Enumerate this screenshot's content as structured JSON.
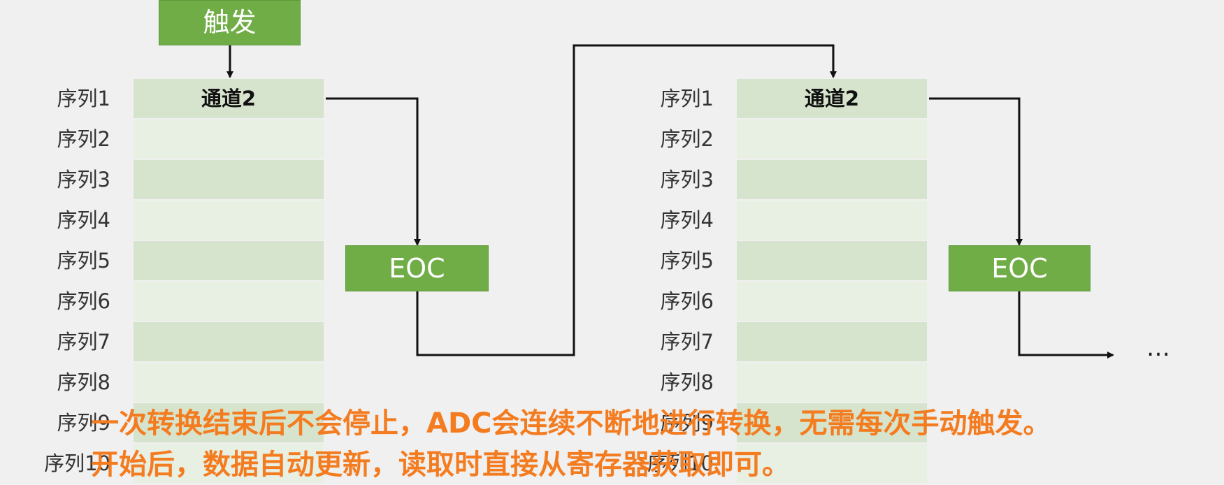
{
  "trigger_label": "触发",
  "eoc_label": "EOC",
  "ellipsis": "…",
  "blocks": [
    {
      "sequence_labels": [
        "序列1",
        "序列2",
        "序列3",
        "序列4",
        "序列5",
        "序列6",
        "序列7",
        "序列8",
        "序列9",
        "序列10"
      ],
      "channels": [
        "通道2",
        "",
        "",
        "",
        "",
        "",
        "",
        "",
        "",
        ""
      ]
    },
    {
      "sequence_labels": [
        "序列1",
        "序列2",
        "序列3",
        "序列4",
        "序列5",
        "序列6",
        "序列7",
        "序列8",
        "序列9",
        "序列10"
      ],
      "channels": [
        "通道2",
        "",
        "",
        "",
        "",
        "",
        "",
        "",
        "",
        ""
      ]
    }
  ],
  "caption": {
    "line1": "一次转换结束后不会停止，ADC会连续不断地进行转换，无需每次手动触发。",
    "line2": "开始后，数据自动更新，读取时直接从寄存器获取即可。"
  },
  "colors": {
    "green": "#70ad47",
    "row_dark": "#d7e4cd",
    "row_light": "#e8efe3",
    "caption": "#f47c20",
    "wire": "#111111"
  }
}
